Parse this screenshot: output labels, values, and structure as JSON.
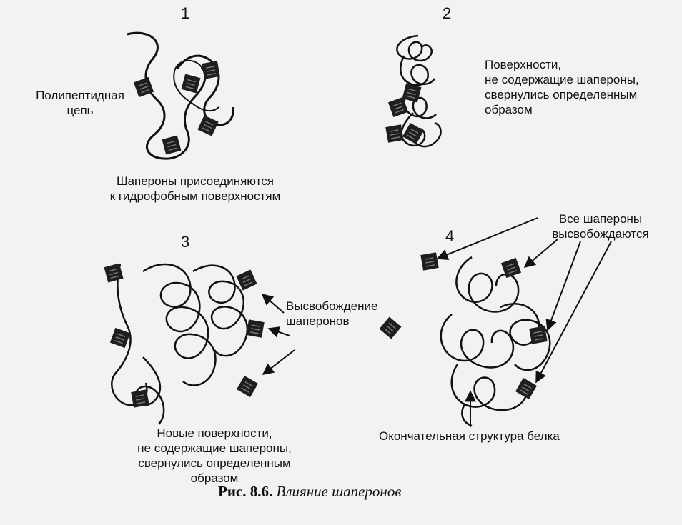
{
  "figure": {
    "panels": [
      {
        "number": "1"
      },
      {
        "number": "2"
      },
      {
        "number": "3"
      },
      {
        "number": "4"
      }
    ],
    "labels": {
      "polypeptide_line1": "Полипептидная",
      "polypeptide_line2": "цепь",
      "chaperones_attach_line1": "Шапероны присоединяются",
      "chaperones_attach_line2": "к гидрофобным поверхностям",
      "surfaces_folded_line1": "Поверхности,",
      "surfaces_folded_line2": "не содержащие шапероны,",
      "surfaces_folded_line3": "свернулись определенным",
      "surfaces_folded_line4": "образом",
      "all_released_line1": "Все шапероны",
      "all_released_line2": "высвобождаются",
      "release_line1": "Высвобождение",
      "release_line2": "шаперонов",
      "new_surfaces_line1": "Новые поверхности,",
      "new_surfaces_line2": "не содержащие шапероны,",
      "new_surfaces_line3": "свернулись определенным образом",
      "final_structure": "Окончательная структура белка"
    },
    "caption": {
      "prefix": "Рис. 8.6.",
      "title": "Влияние шаперонов"
    }
  },
  "colors": {
    "background": "#f2f2f2",
    "ink": "#111111",
    "chaperone_fill": "#1e1e1e"
  }
}
